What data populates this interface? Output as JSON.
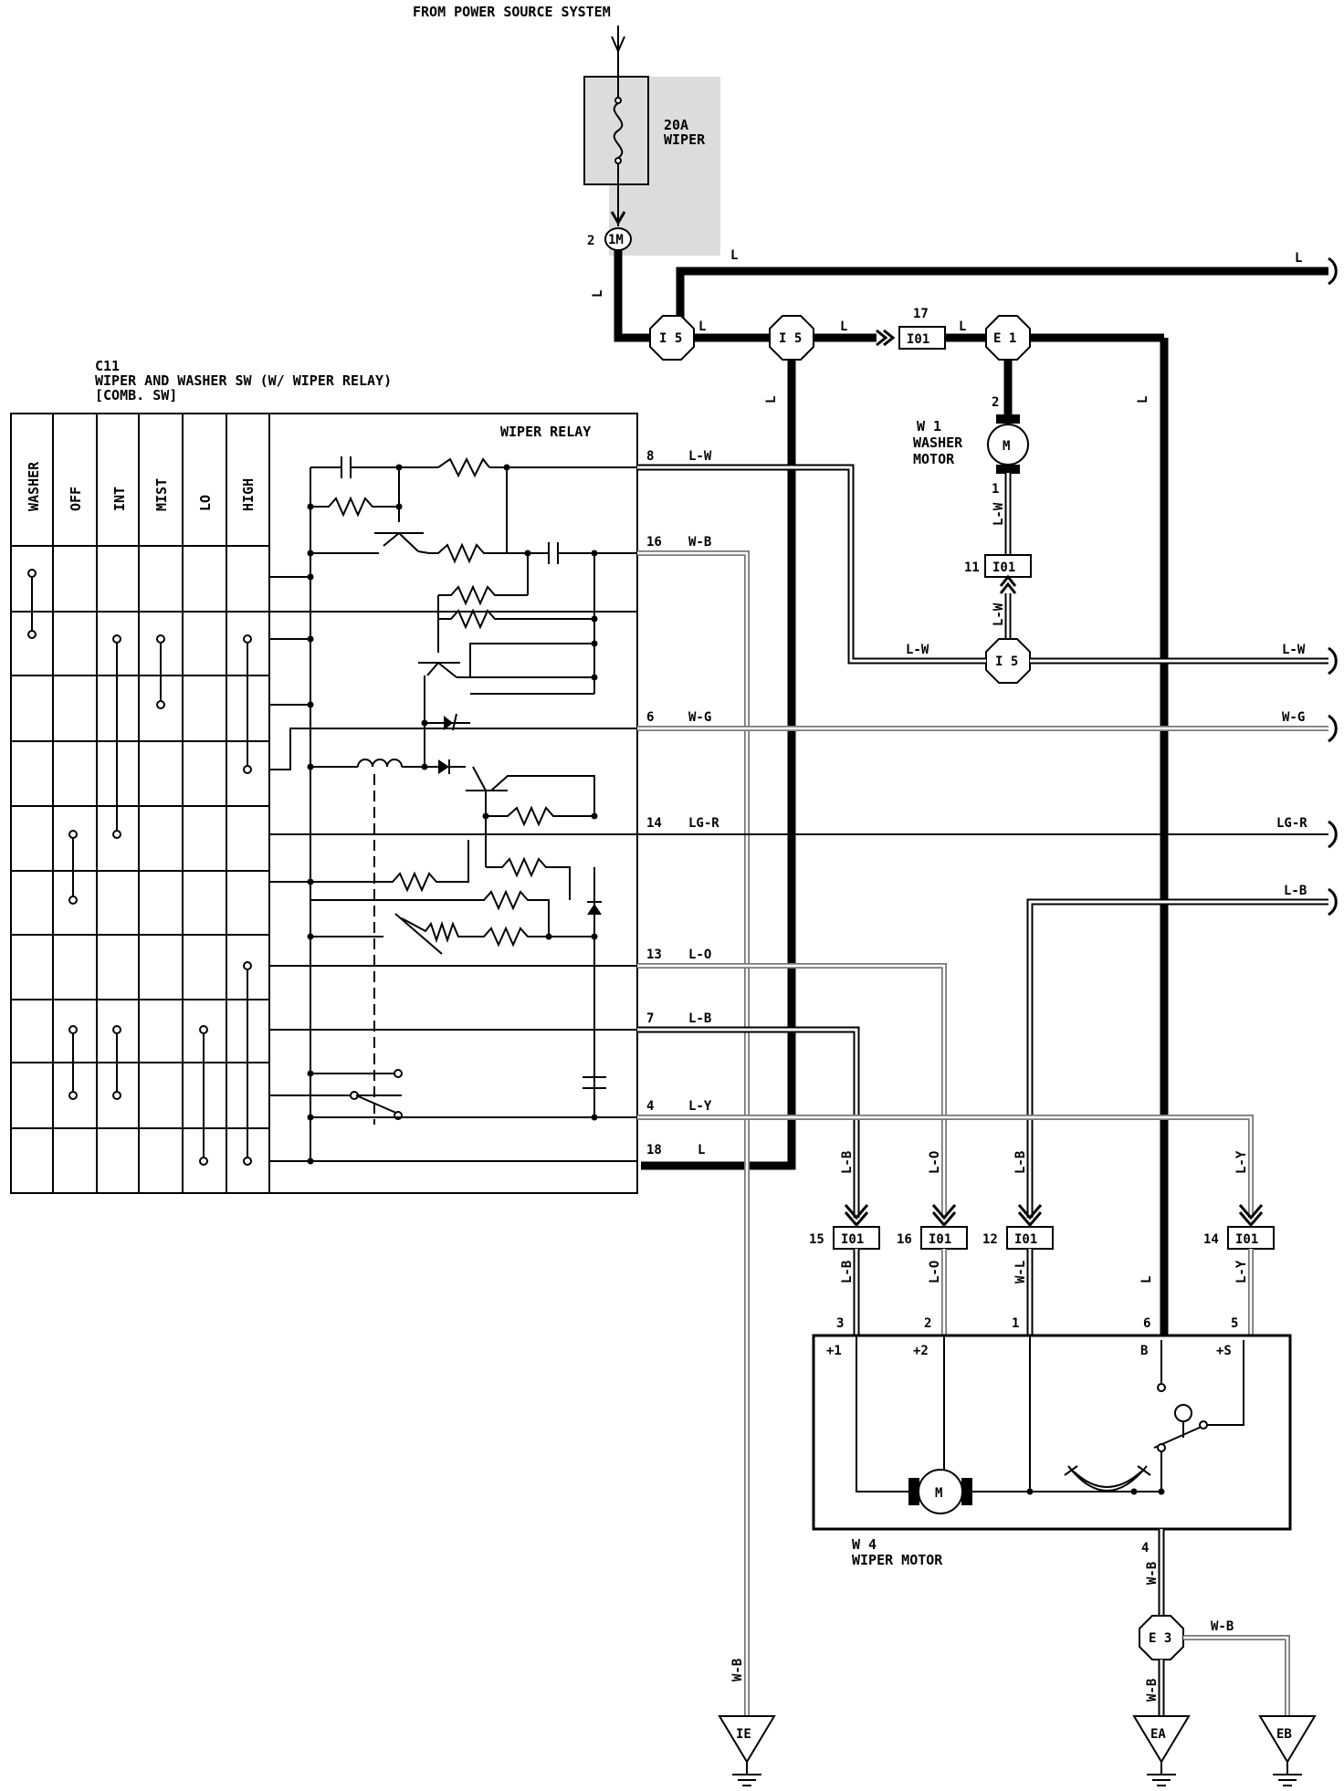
{
  "header": {
    "source_label": "FROM POWER SOURCE SYSTEM"
  },
  "fuse": {
    "rating": "20A",
    "name": "WIPER"
  },
  "junction": {
    "pin": "2",
    "code": "1M"
  },
  "switch": {
    "code": "C11",
    "title": "WIPER AND WASHER SW (W/ WIPER RELAY)",
    "subtitle": "[COMB. SW]",
    "relay_label": "WIPER RELAY",
    "columns": [
      "WASHER",
      "OFF",
      "INT",
      "MIST",
      "LO",
      "HIGH"
    ],
    "terminals": [
      {
        "pin": "8",
        "wire": "L-W"
      },
      {
        "pin": "16",
        "wire": "W-B"
      },
      {
        "pin": "6",
        "wire": "W-G"
      },
      {
        "pin": "14",
        "wire": "LG-R"
      },
      {
        "pin": "13",
        "wire": "L-O"
      },
      {
        "pin": "7",
        "wire": "L-B"
      },
      {
        "pin": "4",
        "wire": "L-Y"
      },
      {
        "pin": "18",
        "wire": "L"
      }
    ]
  },
  "connectors": {
    "i5": "I 5",
    "e1": "E 1",
    "e3": "E 3",
    "i01": "I01",
    "i01_pins": {
      "top": "17",
      "washer": "11",
      "m15": "15",
      "m16": "16",
      "m12": "12",
      "m14": "14"
    }
  },
  "washer_motor": {
    "code": "W 1",
    "name1": "WASHER",
    "name2": "MOTOR",
    "pin_top": "2",
    "pin_bottom": "1",
    "symbol": "M"
  },
  "wiper_motor": {
    "code": "W 4",
    "name": "WIPER MOTOR",
    "symbol": "M",
    "pins": [
      "3",
      "2",
      "1",
      "6",
      "5"
    ],
    "terminals": [
      "+1",
      "+2",
      "B",
      "+S"
    ],
    "ground_pin": "4"
  },
  "wires": {
    "l": "L",
    "lw": "L-W",
    "wg": "W-G",
    "lgr": "LG-R",
    "lb": "L-B",
    "lo": "L-O",
    "wl": "W-L",
    "ly": "L-Y",
    "wb": "W-B"
  },
  "grounds": [
    "IE",
    "EA",
    "EB"
  ]
}
